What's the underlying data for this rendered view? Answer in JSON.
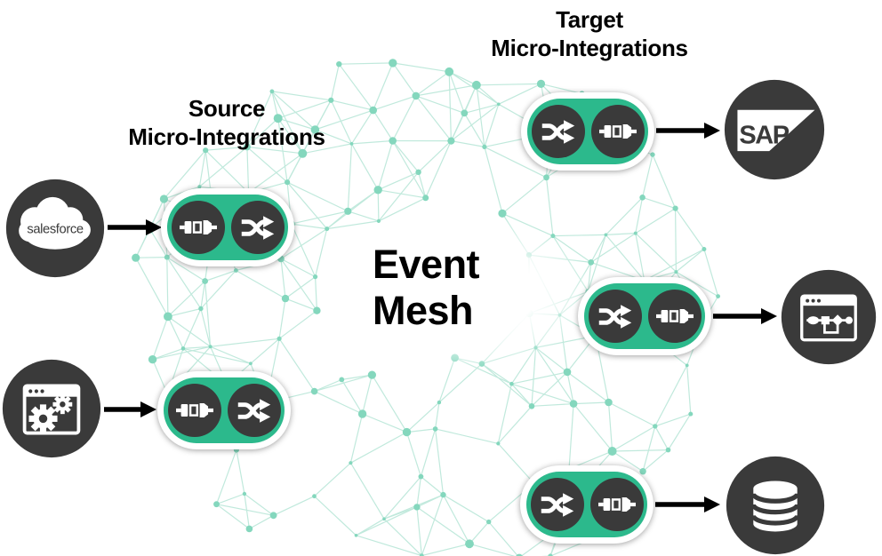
{
  "labels": {
    "source_title": {
      "line1": "Source",
      "line2": "Micro-Integrations"
    },
    "target_title": {
      "line1": "Target",
      "line2": "Micro-Integrations"
    },
    "mesh_title": {
      "line1": "Event",
      "line2": "Mesh"
    }
  },
  "nodes": {
    "salesforce": {
      "icon": "salesforce-cloud-icon",
      "logo_text": "salesforce"
    },
    "webapp": {
      "icon": "browser-gears-icon"
    },
    "sap": {
      "icon": "sap-logo",
      "logo_text": "SAP"
    },
    "workflow": {
      "icon": "browser-workflow-icon"
    },
    "database": {
      "icon": "database-icon"
    }
  },
  "micro_integrations": {
    "source": [
      {
        "icons": [
          "plug-icon",
          "shuffle-icon"
        ]
      },
      {
        "icons": [
          "plug-icon",
          "shuffle-icon"
        ]
      }
    ],
    "target": [
      {
        "icons": [
          "shuffle-icon",
          "plug-icon"
        ]
      },
      {
        "icons": [
          "shuffle-icon",
          "plug-icon"
        ]
      },
      {
        "icons": [
          "shuffle-icon",
          "plug-icon"
        ]
      }
    ]
  },
  "connections": [
    {
      "from": "salesforce",
      "to": "source-micro-integration-1"
    },
    {
      "from": "webapp",
      "to": "source-micro-integration-2"
    },
    {
      "from": "target-micro-integration-1",
      "to": "sap"
    },
    {
      "from": "target-micro-integration-2",
      "to": "workflow"
    },
    {
      "from": "target-micro-integration-3",
      "to": "database"
    }
  ],
  "colors": {
    "background": "#ffffff",
    "dark_node": "#3a3a3a",
    "pill_green": "#2cb98c",
    "icon_white": "#ffffff",
    "mesh_node": "#84d7bd",
    "mesh_line": "#c0e9dc",
    "arrow": "#000000",
    "text": "#000000"
  }
}
